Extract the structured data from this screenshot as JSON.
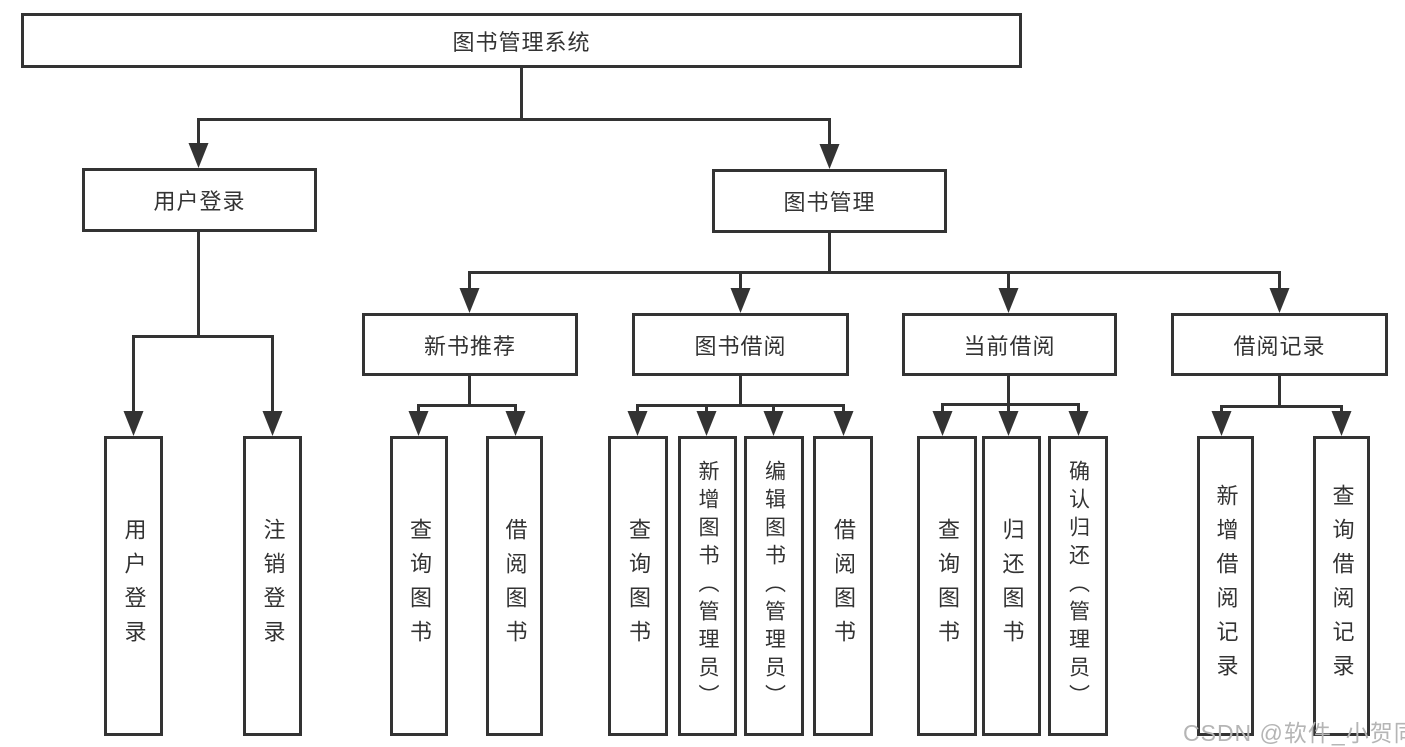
{
  "diagram": {
    "type": "hierarchy-tree",
    "title": "图书管理系统",
    "hierarchy": {
      "图书管理系统": {
        "用户登录": [
          "用户登录",
          "注销登录"
        ],
        "图书管理": {
          "新书推荐": [
            "查询图书",
            "借阅图书"
          ],
          "图书借阅": [
            "查询图书",
            "新增图书（管理员）",
            "编辑图书（管理员）",
            "借阅图书"
          ],
          "当前借阅": [
            "查询图书",
            "归还图书",
            "确认归还（管理员）"
          ],
          "借阅记录": [
            "新增借阅记录",
            "查询借阅记录"
          ]
        }
      }
    }
  },
  "nodes": {
    "root": "图书管理系统",
    "user_login_branch": "用户登录",
    "book_mgmt": "图书管理",
    "new_book_rec": "新书推荐",
    "book_borrowing": "图书借阅",
    "current_borrowing": "当前借阅",
    "borrow_records": "借阅记录",
    "user_login": "用户登录",
    "logout": "注销登录",
    "query_books_a": "查询图书",
    "borrow_books_a": "借阅图书",
    "query_books_b": "查询图书",
    "add_books_admin": "新增图书（管理员）",
    "edit_books_admin": "编辑图书（管理员）",
    "borrow_books_b": "借阅图书",
    "query_books_c": "查询图书",
    "return_books": "归还图书",
    "confirm_return_admin": "确认归还（管理员）",
    "add_borrow_record": "新增借阅记录",
    "query_borrow_record": "查询借阅记录"
  },
  "watermark": "CSDN @软件_小贺同学",
  "colors": {
    "line": "#333333",
    "text": "#333333",
    "background": "#ffffff",
    "watermark": "#b5b5b5"
  }
}
